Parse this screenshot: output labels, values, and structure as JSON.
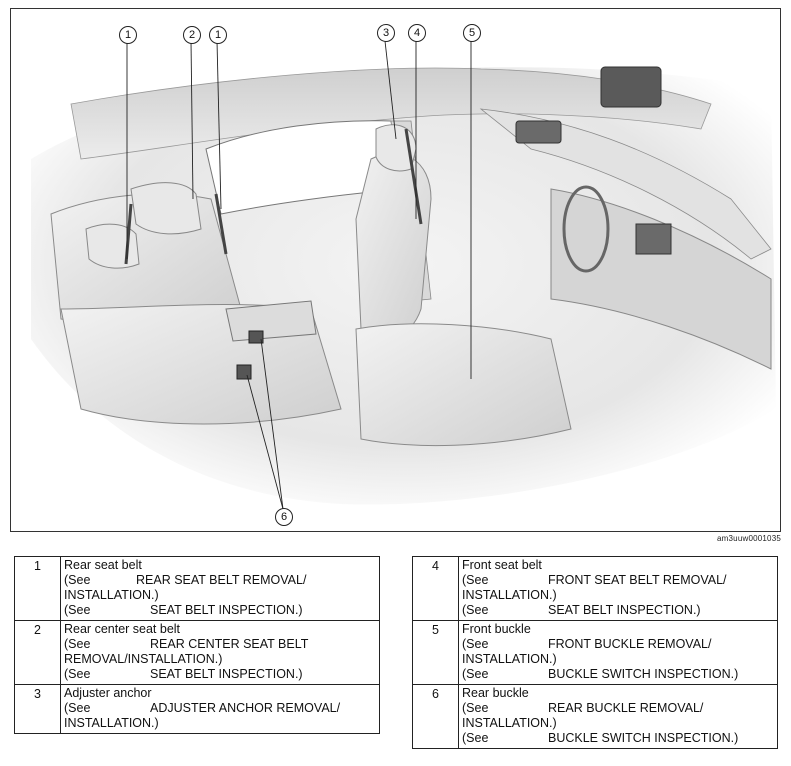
{
  "figure": {
    "image_id": "am3uuw0001035",
    "callouts": [
      "1",
      "2",
      "1",
      "3",
      "4",
      "5",
      "6"
    ]
  },
  "left_table": [
    {
      "num": "1",
      "name": "Rear seat belt",
      "refs": [
        {
          "see": "(See",
          "text": "REAR SEAT BELT REMOVAL/",
          "cont": "INSTALLATION.)"
        },
        {
          "see": "(See",
          "text": "SEAT BELT INSPECTION.)"
        }
      ]
    },
    {
      "num": "2",
      "name": "Rear center seat belt",
      "refs": [
        {
          "see": "(See",
          "text": "REAR CENTER SEAT BELT",
          "cont": "REMOVAL/INSTALLATION.)"
        },
        {
          "see": "(See",
          "text": "SEAT BELT INSPECTION.)"
        }
      ]
    },
    {
      "num": "3",
      "name": "Adjuster anchor",
      "refs": [
        {
          "see": "(See",
          "text": "ADJUSTER ANCHOR REMOVAL/",
          "cont": "INSTALLATION.)"
        }
      ]
    }
  ],
  "right_table": [
    {
      "num": "4",
      "name": "Front seat belt",
      "refs": [
        {
          "see": "(See",
          "text": "FRONT SEAT BELT REMOVAL/",
          "cont": "INSTALLATION.)"
        },
        {
          "see": "(See",
          "text": "SEAT BELT INSPECTION.)"
        }
      ]
    },
    {
      "num": "5",
      "name": "Front buckle",
      "refs": [
        {
          "see": "(See",
          "text": "FRONT BUCKLE REMOVAL/",
          "cont": "INSTALLATION.)"
        },
        {
          "see": "(See",
          "text": "BUCKLE SWITCH INSPECTION.)"
        }
      ]
    },
    {
      "num": "6",
      "name": "Rear buckle",
      "refs": [
        {
          "see": "(See",
          "text": "REAR BUCKLE REMOVAL/",
          "cont": "INSTALLATION.)"
        },
        {
          "see": "(See",
          "text": "BUCKLE SWITCH INSPECTION.)"
        }
      ]
    }
  ]
}
